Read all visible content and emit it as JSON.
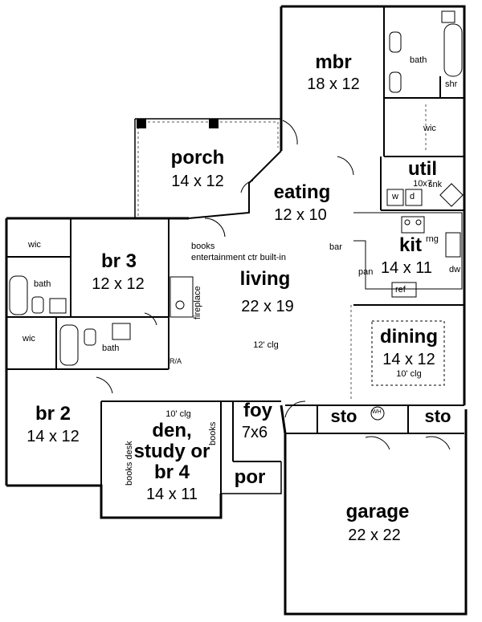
{
  "rooms": {
    "mbr": {
      "name": "mbr",
      "size": "18 x 12"
    },
    "porch": {
      "name": "porch",
      "size": "14 x 12"
    },
    "eating": {
      "name": "eating",
      "size": "12 x 10"
    },
    "util": {
      "name": "util",
      "size": "10x7"
    },
    "br3": {
      "name": "br 3",
      "size": "12 x 12"
    },
    "living": {
      "name": "living",
      "size": "22 x 19",
      "ceiling": "12' clg"
    },
    "kit": {
      "name": "kit",
      "size": "14 x 11"
    },
    "dining": {
      "name": "dining",
      "size": "14 x 12",
      "ceiling": "10' clg"
    },
    "br2": {
      "name": "br 2",
      "size": "14 x 12"
    },
    "den": {
      "name": "den, study or br 4",
      "size": "14 x 11",
      "ceiling": "10' clg"
    },
    "foy": {
      "name": "foy",
      "size": "7x6"
    },
    "por": {
      "name": "por"
    },
    "garage": {
      "name": "garage",
      "size": "22 x 22"
    },
    "sto_left": {
      "name": "sto"
    },
    "sto_right": {
      "name": "sto"
    }
  },
  "labels": {
    "bath_mbr": "bath",
    "shr": "shr",
    "wic_mbr": "wic",
    "snk": "snk",
    "w": "w",
    "d": "d",
    "rng": "rng",
    "bar": "bar",
    "dw": "dw",
    "pan": "pan",
    "ref": "ref",
    "wic_br3": "wic",
    "bath_br3": "bath",
    "wic_br2": "wic",
    "bath_br2": "bath",
    "books_top": "books",
    "entertainment": "entertainment ctr built-in",
    "fireplace": "fireplace",
    "ra": "R/A",
    "books_den": "books",
    "books_desk": "books desk",
    "wh": "WH"
  }
}
